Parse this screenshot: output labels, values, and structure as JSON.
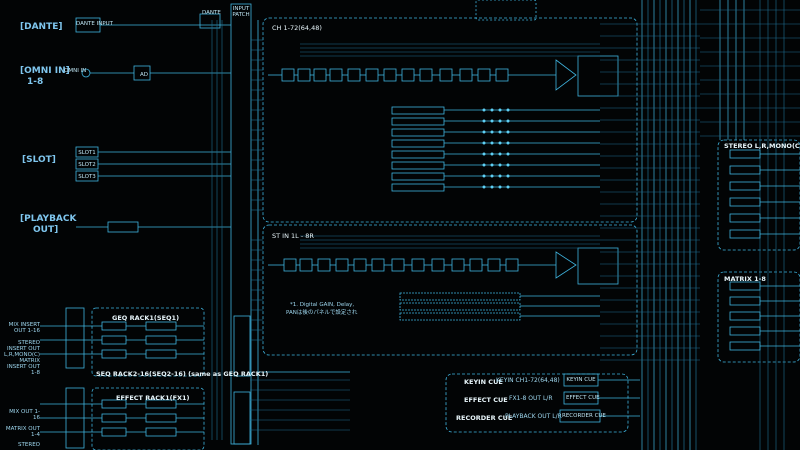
{
  "left_inputs": {
    "dante": "[DANTE]",
    "omni_in": "[OMNI IN]",
    "omni_range": "1-8",
    "slot": "[SLOT]",
    "playback": "[PLAYBACK",
    "playback_out": "OUT]"
  },
  "blocks": {
    "dante_input": "DANTE INPUT",
    "omni_in": "OMNI IN",
    "ad": "AD",
    "dante_top": "DANTE",
    "input_patch": "INPUT PATCH",
    "slot1": "SLOT1",
    "slot2": "SLOT2",
    "slot3": "SLOT3",
    "geq_rack": "GEQ RACK1(SEQ1)",
    "geq_racks": "SEQ RACK2-16(SEQ2-16) (same as GEQ RACK1)",
    "effect_rack": "EFFECT RACK1(FX1)",
    "mix_insert": "MIX INSERT OUT 1-16",
    "stereo_insert": "STEREO INSERT OUT L,R,MONO(C)",
    "matrix_insert": "MATRIX INSERT OUT 1-8",
    "mix_out": "MIX OUT 1-16",
    "matrix_out": "MATRIX OUT 1-4",
    "stereo_out": "STEREO"
  },
  "channels": {
    "ch_title": "CH 1-72(64,48)",
    "st_title": "ST IN 1L - 8R",
    "note_line1": "*1. Digital GAIN, Delay,",
    "note_line2": "PANは後のパネルで設定され"
  },
  "right_sections": {
    "stereo": "STEREO L,R,MONO(C)",
    "matrix": "MATRIX 1-8",
    "keyin_cue": "KEYIN CUE",
    "effect_cue": "EFFECT CUE",
    "recorder_cue": "RECORDER CUE",
    "keyin_sel": "KEYIN CUE",
    "effect_sel": "EFFECT CUE",
    "recorder_sel": "RECORDER CUE",
    "keyin_chain": "KEYIN CH1-72(64,48)",
    "effect_chain": "FX1-8 OUT L/R",
    "recorder_chain": "PLAYBACK OUT L/R"
  },
  "colors": {
    "line": "#3fb4df",
    "line_dim": "#1f6f92",
    "accent": "#5fd0f5",
    "background": "#020405"
  }
}
